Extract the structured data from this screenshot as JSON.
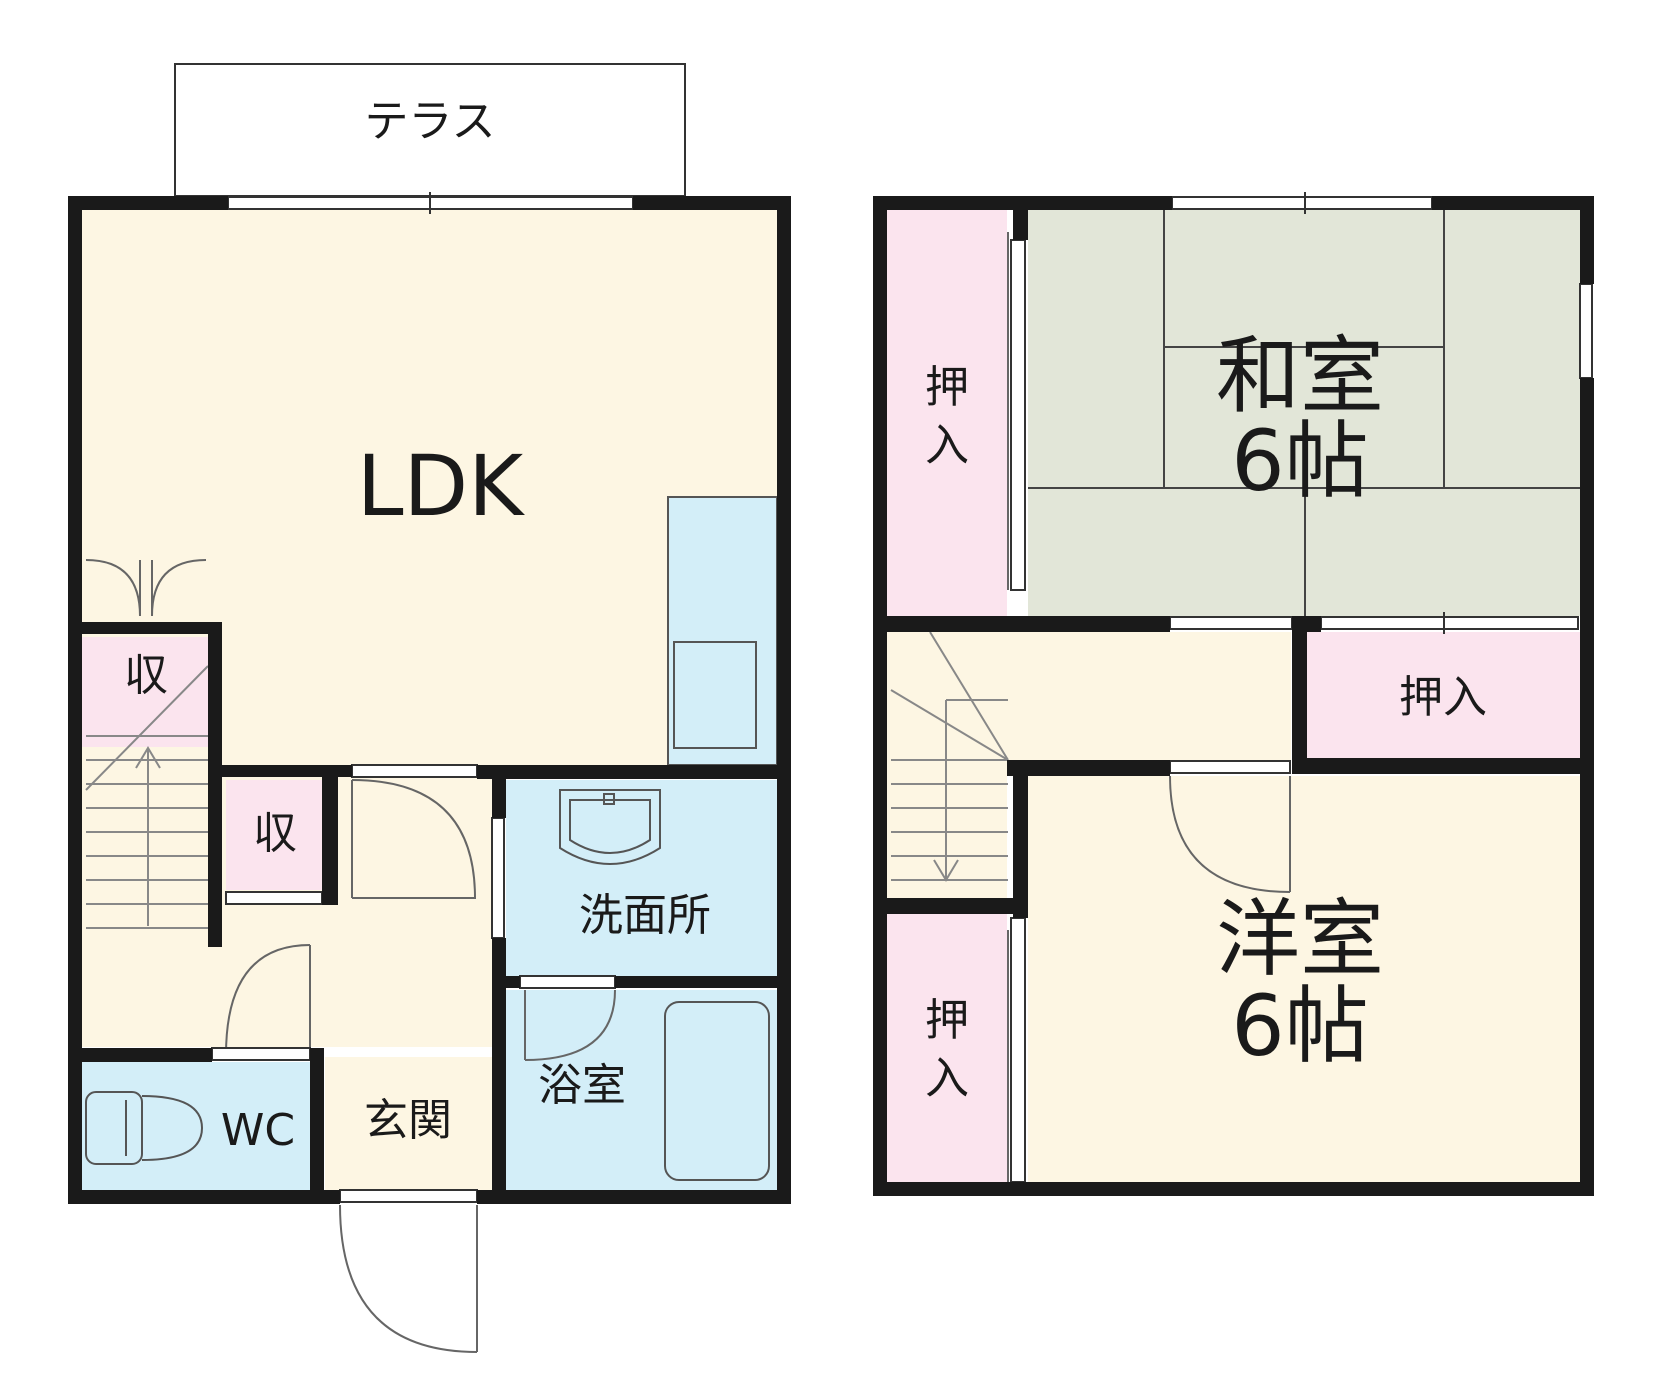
{
  "floor1": {
    "terrace": "テラス",
    "ldk": "LDK",
    "storage_upper": "収",
    "storage_lower": "収",
    "washroom": "洗面所",
    "bath": "浴室",
    "wc": "WC",
    "entrance": "玄関"
  },
  "floor2": {
    "washitsu_name": "和室",
    "washitsu_size": "6帖",
    "youshitsu_name": "洋室",
    "youshitsu_size": "6帖",
    "closet_top_left": [
      "押",
      "入"
    ],
    "closet_middle": "押入",
    "closet_bottom_left": [
      "押",
      "入"
    ]
  },
  "colors": {
    "wall": "#1a1a1a",
    "living": "#fdf6e3",
    "wet_area": "#d3eef8",
    "storage": "#fbe4ee",
    "tatami": "#e2e6d8",
    "terrace": "#ffffff"
  }
}
